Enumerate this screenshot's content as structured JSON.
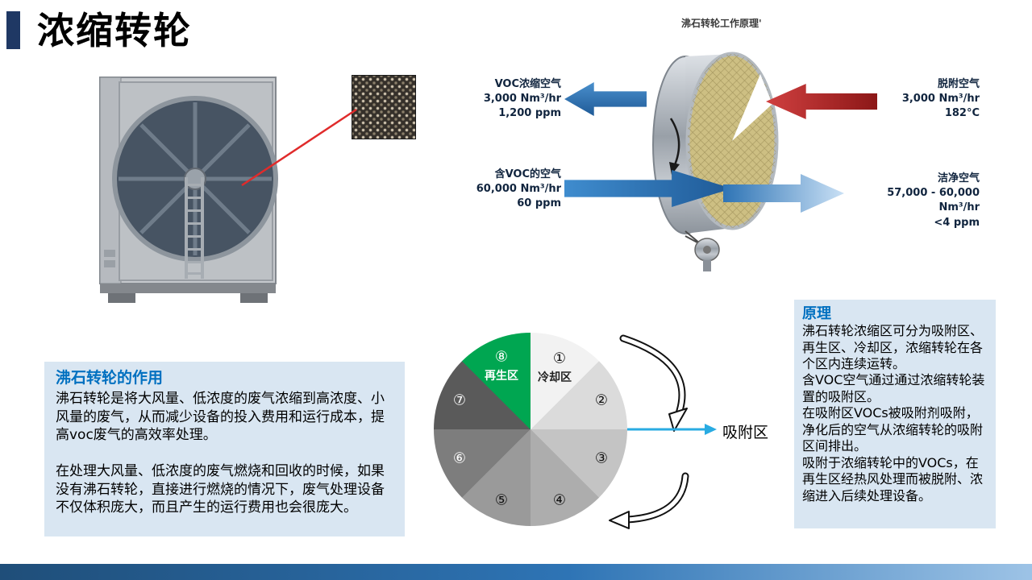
{
  "slide": {
    "title": "浓缩转轮",
    "colors": {
      "accent_navy": "#1f3864",
      "heading_blue": "#0070c0",
      "box_bg": "#d9e6f2",
      "regen_green": "#00a651",
      "arrow_blue": "#2e74b5",
      "arrow_red": "#8c1717",
      "arrow_cyan": "#29abe2"
    }
  },
  "diagram": {
    "title": "沸石转轮工作原理'",
    "flows": {
      "voc_concentrated": {
        "lines": [
          "VOC浓缩空气",
          "3,000 Nm³/hr",
          "1,200 ppm"
        ]
      },
      "desorption": {
        "lines": [
          "脱附空气",
          "3,000 Nm³/hr",
          "182°C"
        ]
      },
      "voc_inlet": {
        "lines": [
          "含VOC的空气",
          "60,000 Nm³/hr",
          "60 ppm"
        ]
      },
      "clean": {
        "lines": [
          "洁净空气",
          "57,000 - 60,000 Nm³/hr",
          "<4 ppm"
        ]
      }
    }
  },
  "pie": {
    "adsorption_label": "吸附区",
    "segments": [
      {
        "number": "①",
        "zone": "冷却区",
        "color": "#f2f2f2"
      },
      {
        "number": "②",
        "color": "#dbdbdb"
      },
      {
        "number": "③",
        "color": "#c4c4c4"
      },
      {
        "number": "④",
        "color": "#adadad"
      },
      {
        "number": "⑤",
        "color": "#9a9a9a"
      },
      {
        "number": "⑥",
        "color": "#7d7d7d"
      },
      {
        "number": "⑦",
        "color": "#5a5a5a"
      },
      {
        "number": "⑧",
        "zone": "再生区",
        "color": "#00a651"
      }
    ]
  },
  "left_box": {
    "title": "沸石转轮的作用",
    "paragraphs": [
      "沸石转轮是将大风量、低浓度的废气浓缩到高浓度、小风量的废气，从而减少设备的投入费用和运行成本，提高voc废气的高效率处理。",
      "在处理大风量、低浓度的废气燃烧和回收的时候，如果没有沸石转轮，直接进行燃烧的情况下，废气处理设备不仅体积庞大，而且产生的运行费用也会很庞大。"
    ]
  },
  "right_box": {
    "title": "原理",
    "paragraphs": [
      "沸石转轮浓缩区可分为吸附区、再生区、冷却区，浓缩转轮在各个区内连续运转。",
      "含VOC空气通过通过浓缩转轮装置的吸附区。",
      "在吸附区VOCs被吸附剂吸附，净化后的空气从浓缩转轮的吸附区间排出。",
      "吸附于浓缩转轮中的VOCs，在再生区经热风处理而被脱附、浓缩进入后续处理设备。"
    ]
  }
}
